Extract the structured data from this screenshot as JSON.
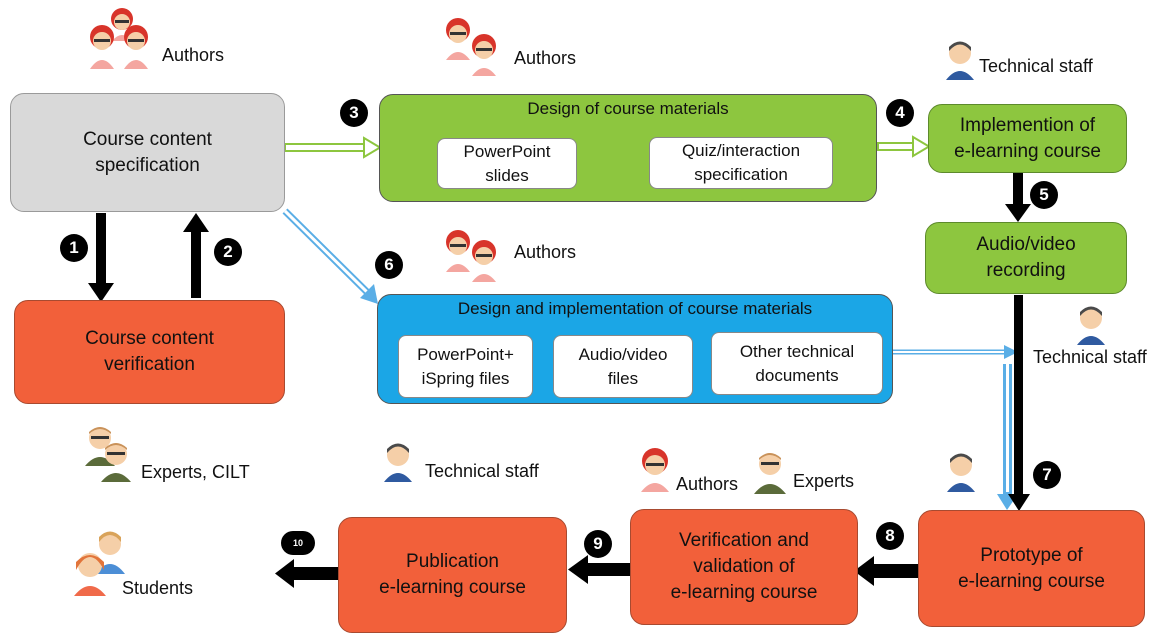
{
  "nodes": {
    "spec": "Course content\nspecification",
    "verify": "Course content\nverification",
    "design_title": "Design of course materials",
    "ppt_slides": "PowerPoint\nslides",
    "quiz": "Quiz/interaction\nspecification",
    "implement": "Implemention of\ne-learning course",
    "audio_rec": "Audio/video\nrecording",
    "impl_title": "Design and implementation of course materials",
    "ispring": "PowerPoint+\niSpring  files",
    "av_files": "Audio/video\nfiles",
    "other_docs": "Other technical\ndocuments",
    "prototype": "Prototype of\ne-learning course",
    "validation": "Verification and\nvalidation of\ne-learning course",
    "publication": "Publication\ne-learning course"
  },
  "steps": [
    "1",
    "2",
    "3",
    "4",
    "5",
    "6",
    "7",
    "8",
    "9",
    "10"
  ],
  "roles": {
    "authors_1": "Authors",
    "authors_2": "Authors",
    "authors_3": "Authors",
    "authors_4": "Authors",
    "tech_1": "Technical staff",
    "tech_2": "Technical staff",
    "tech_3": "Technical staff",
    "experts_cilt": "Experts, CILT",
    "experts": "Experts",
    "students": "Students"
  },
  "colors": {
    "gray": "#d9d9d9",
    "orange": "#f2603a",
    "green": "#8dc63f",
    "blue": "#1ba6e6",
    "arrow_black": "#000000",
    "arrow_green": "#8dc63f",
    "arrow_blue": "#5aaee6"
  },
  "icons": [
    "female-author-icon",
    "technical-staff-icon",
    "expert-icon",
    "student-icon"
  ]
}
